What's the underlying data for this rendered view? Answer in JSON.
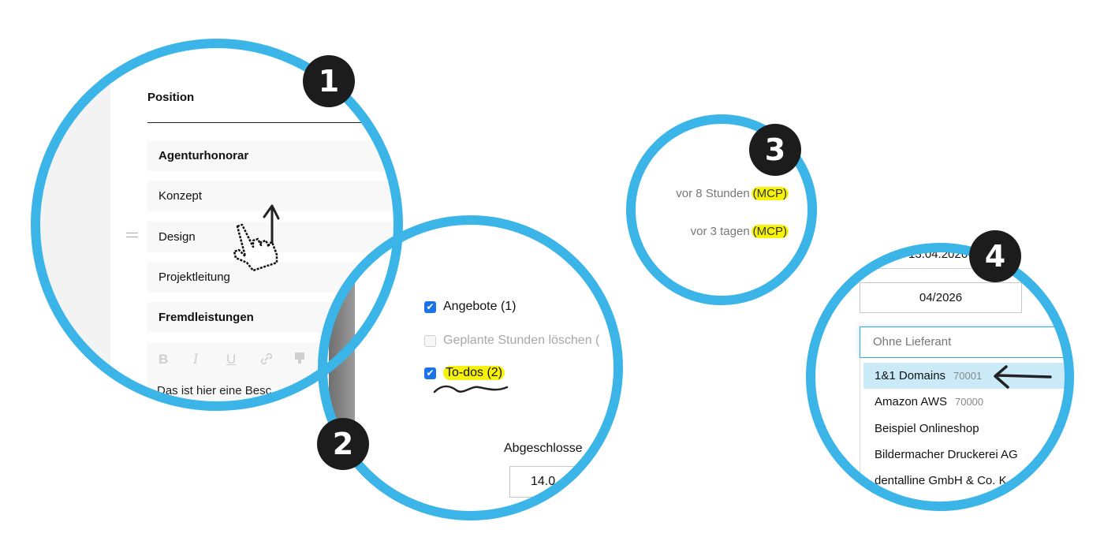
{
  "colors": {
    "ring": "#3bb5e8",
    "badge": "#1c1c1c",
    "highlight": "#f7f20b",
    "checkbox_checked": "#1a73e8",
    "dropdown_active": "#cbeaf8",
    "input_focus_border": "#33a8e0"
  },
  "callouts": [
    {
      "badge": "1",
      "section": "positions-reorder",
      "header": {
        "title": "Position"
      },
      "rows": [
        {
          "label": "Agenturhonorar",
          "bold": true
        },
        {
          "label": "Konzept",
          "bold": false
        },
        {
          "label": "Design",
          "bold": false
        },
        {
          "label": "Projektleitung",
          "bold": false
        },
        {
          "label": "Fremdleistungen",
          "bold": true
        }
      ],
      "editor_toolbar": [
        "bold-icon",
        "italic-icon",
        "underline-icon",
        "link-icon",
        "paint-icon"
      ],
      "editor_toolbar_glyphs": [
        "B",
        "I",
        "U",
        "🔗",
        "▼"
      ],
      "description_text": "Das ist hier eine Besc",
      "annotation": {
        "cursor": "hand-pointer-icon",
        "arrow": "arrow-up-icon"
      }
    },
    {
      "badge": "2",
      "section": "delete-options",
      "checkboxes": [
        {
          "label": "Angebote (1)",
          "checked": true,
          "disabled": false
        },
        {
          "label": "Geplante Stunden löschen (",
          "checked": false,
          "disabled": true
        },
        {
          "label": "To-dos (2)",
          "checked": true,
          "disabled": false,
          "highlighted": true
        }
      ],
      "closed_label": "Abgeschlosse",
      "closed_value": "14.0"
    },
    {
      "badge": "3",
      "section": "timestamps",
      "lines": [
        {
          "text": "vor 8 Stunden",
          "tag": "(MCP)"
        },
        {
          "text": "vor 3 tagen",
          "tag": "(MCP)"
        }
      ]
    },
    {
      "badge": "4",
      "section": "supplier-select",
      "date": "13.04.2026",
      "period": "04/2026",
      "supplier_placeholder": "Ohne Lieferant",
      "options": [
        {
          "label": "1&1 Domains",
          "number": "70001",
          "active": true
        },
        {
          "label": "Amazon AWS",
          "number": "70000",
          "active": false
        },
        {
          "label": "Beispiel Onlineshop",
          "number": "",
          "active": false
        },
        {
          "label": "Bildermacher Druckerei AG",
          "number": "",
          "active": false
        },
        {
          "label": "dentalline GmbH & Co. K",
          "number": "",
          "active": false
        }
      ]
    }
  ]
}
